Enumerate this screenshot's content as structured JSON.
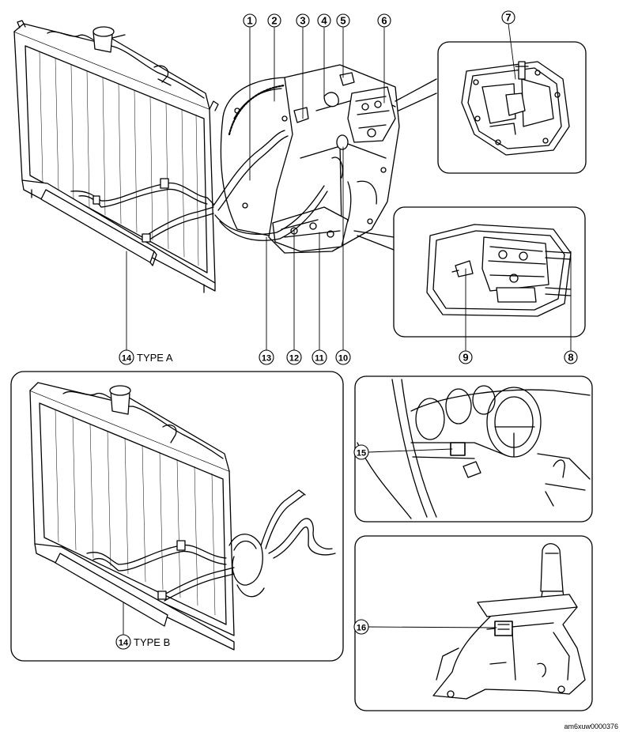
{
  "callouts": [
    "1",
    "2",
    "3",
    "4",
    "5",
    "6",
    "7",
    "8",
    "9",
    "10",
    "11",
    "12",
    "13",
    "14",
    "14",
    "15",
    "16"
  ],
  "labels": {
    "type_a": "TYPE A",
    "type_b": "TYPE B"
  },
  "image_code": "am6xuw0000376"
}
